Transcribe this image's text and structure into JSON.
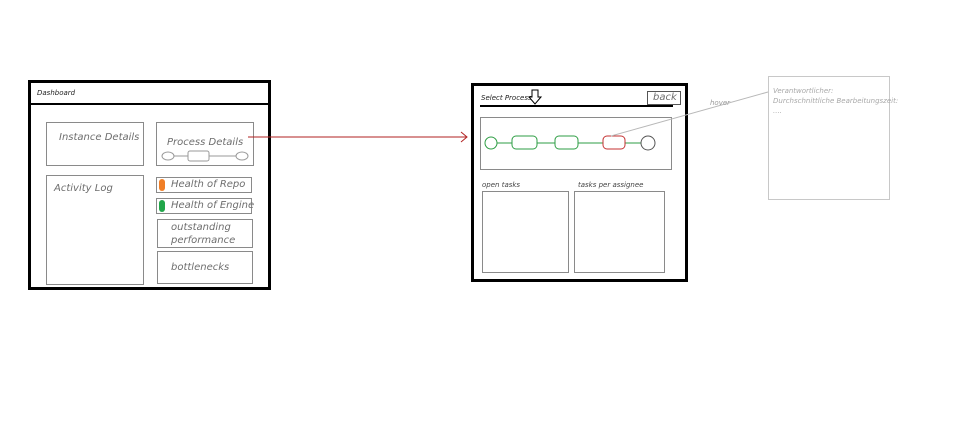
{
  "dashboard": {
    "title": "Dashboard",
    "instance_details": "Instance Details",
    "process_details": "Process Details",
    "activity_log": "Activity Log",
    "health_repo": "Health of Repo",
    "health_engine": "Health of Engine",
    "outstanding_line1": "outstanding",
    "outstanding_line2": "performance",
    "bottlenecks": "bottlenecks"
  },
  "process_view": {
    "title": "Select Process",
    "back": "back",
    "open_tasks": "open tasks",
    "tasks_per_assignee": "tasks per assignee"
  },
  "hover_label": "hover",
  "tooltip": {
    "line1": "Verantwortlicher:",
    "line2": "Durchschnittliche Bearbeitungszeit:",
    "line3": "...."
  },
  "colors": {
    "repo_status": "#f07e26",
    "engine_status": "#21a64a",
    "active_step": "#2e9e44",
    "bottleneck_step": "#c43232",
    "arrow": "#b22222"
  }
}
